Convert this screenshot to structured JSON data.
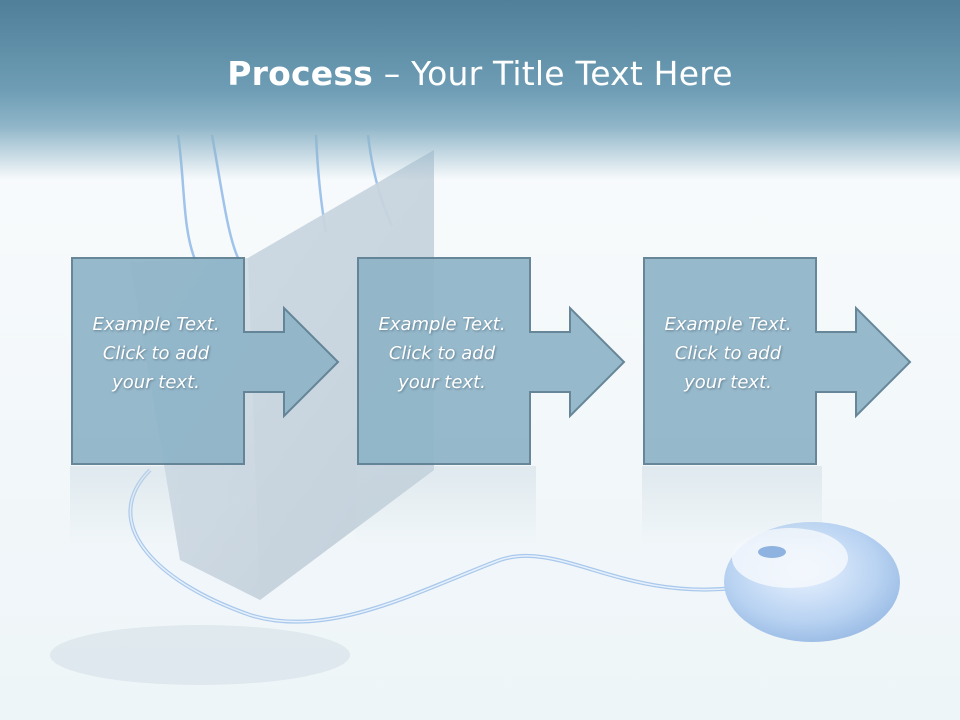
{
  "slide": {
    "title_bold": "Process",
    "title_rest": " – Your Title Text Here"
  },
  "steps": [
    {
      "line1": "Example Text.",
      "line2": "Click  to add",
      "line3": "your text."
    },
    {
      "line1": "Example Text.",
      "line2": "Click  to add",
      "line3": "your text."
    },
    {
      "line1": "Example Text.",
      "line2": "Click  to add",
      "line3": "your text."
    }
  ],
  "colors": {
    "header": "#5f8ea8",
    "box_fill": "#8fb5c8",
    "box_stroke": "#5d7f92",
    "text": "#ffffff"
  },
  "background_picture": "shopping-bag-and-computer-mouse"
}
